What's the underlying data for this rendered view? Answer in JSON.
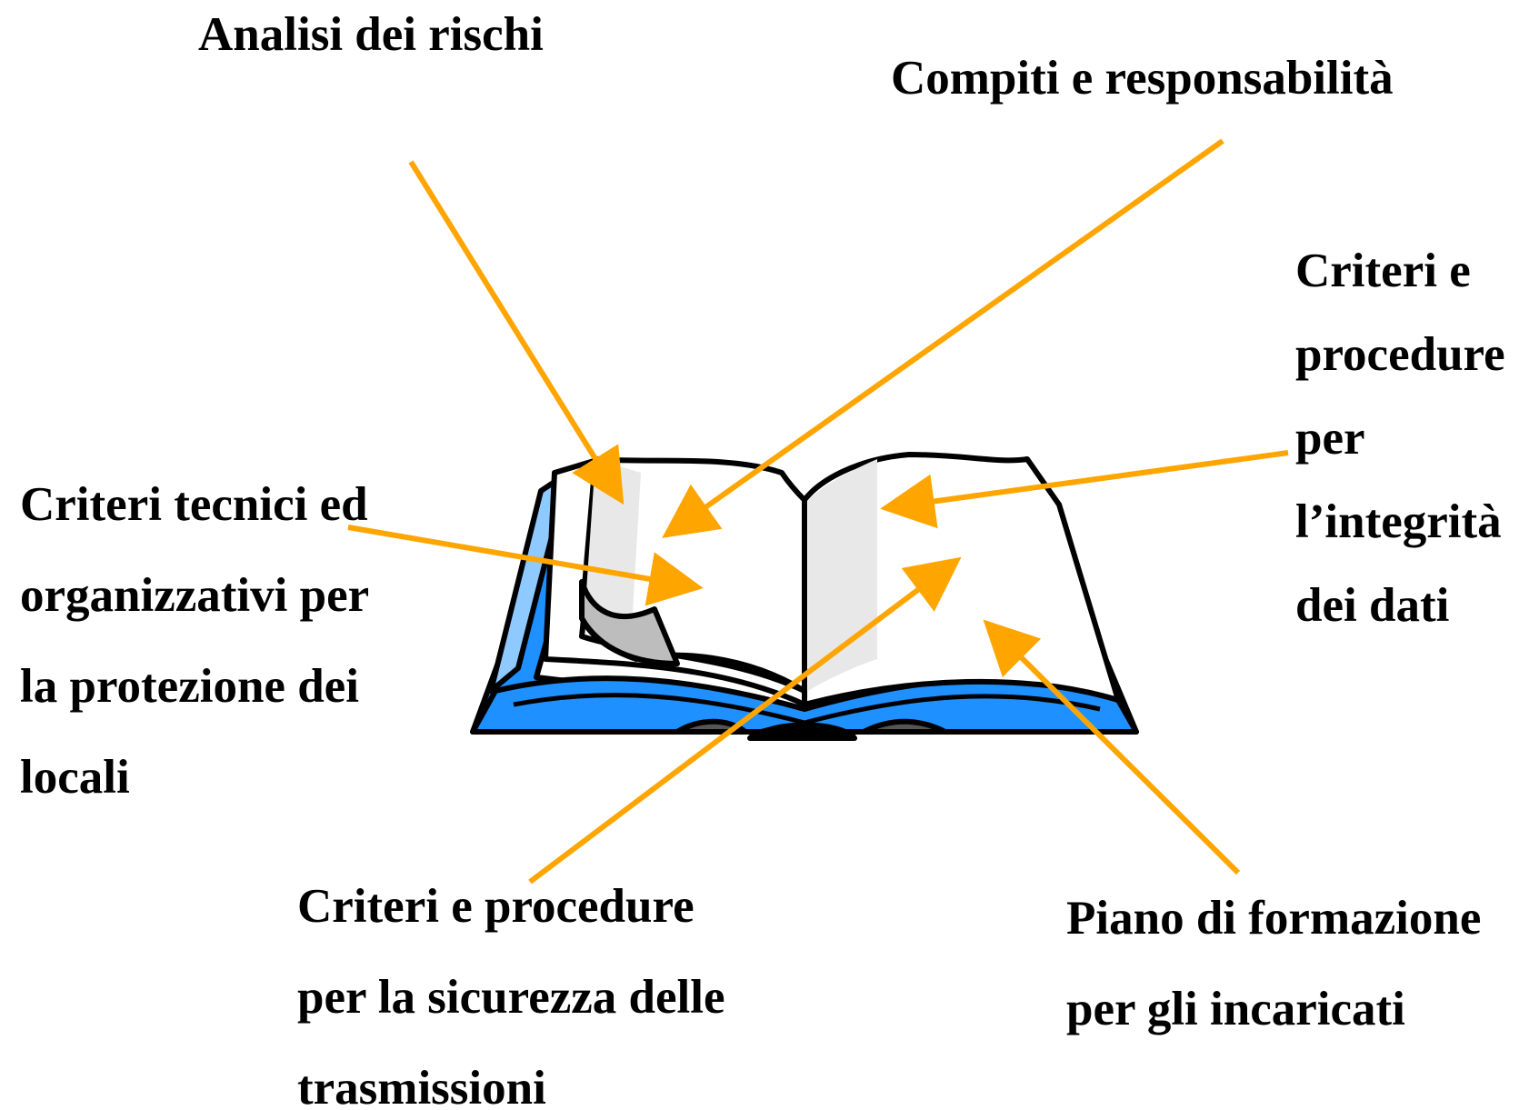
{
  "labels": {
    "analisi_rischi": [
      "Analisi dei rischi"
    ],
    "compiti_responsabilita": [
      "Compiti e responsabilità"
    ],
    "integrita_dati": [
      "Criteri e",
      "procedure",
      "per",
      "l’integrità",
      "dei dati"
    ],
    "protezione_locali": [
      "Criteri tecnici ed",
      "organizzativi per",
      "la protezione dei",
      "locali"
    ],
    "sicurezza_trasmissioni": [
      "Criteri e procedure",
      "per la sicurezza delle",
      "trasmissioni"
    ],
    "piano_formazione": [
      "Piano di formazione",
      "per gli incaricati"
    ]
  },
  "colors": {
    "arrow": "#FFA500",
    "book_cover": "#1E90FF",
    "book_cover_light": "#8EC9FF",
    "page_shade": "#E8E8E8",
    "outline": "#000000"
  },
  "icons": {
    "book": "open-book-icon"
  }
}
